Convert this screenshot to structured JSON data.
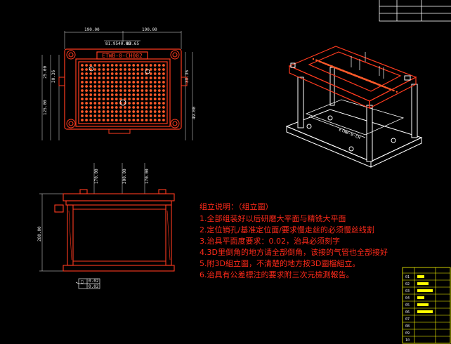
{
  "drawing": {
    "part_label": "ETWB-0-CH002",
    "iso_label": "ETWB-0-CH",
    "dims": {
      "top_left_width": "190.00",
      "top_right_width": "190.00",
      "top_inner_left": "81.95",
      "top_inner_right": "40.00",
      "top_inner_mid": "83.65",
      "left_dim_1": "25.00",
      "left_dim_2": "30.36",
      "left_dim_3": "125.00",
      "right_dim_1": "30.36",
      "right_dim_2": "49.00",
      "side_height": "280.00",
      "side_top_1": "170.00",
      "side_top_2": "300.00",
      "side_top_3": "170.00"
    },
    "flatness_symbol": "□",
    "flatness_values": [
      "0.02",
      "0.02"
    ]
  },
  "notes": {
    "title": "组立说明：（组立圖）",
    "items": [
      "1.全部组装好以后研磨大平面与精铣大平面",
      "2.定位销孔/基准定位面/要求慢走丝的必须慢丝线割",
      "3.治具平面度要求：0.02，治具必须刻字",
      "4.3D里倒角的地方请全部倒角，该接的气管也全部接好",
      "5.附3D組立圖，不清楚的地方按3D圖檔組立。",
      "6.治具有公差標注的要求附三次元檢測報告。"
    ]
  },
  "bom": {
    "rows": [
      "01",
      "02",
      "03",
      "04",
      "05",
      "06",
      "07",
      "08",
      "09",
      "10"
    ]
  },
  "colors": {
    "background": "#000000",
    "part_red": "#ff3b1f",
    "hole_fill": "#ff5a2a",
    "dim_white": "#e8e8e8",
    "bom_yellow": "#ffff00",
    "frame_white": "#ffffff"
  }
}
